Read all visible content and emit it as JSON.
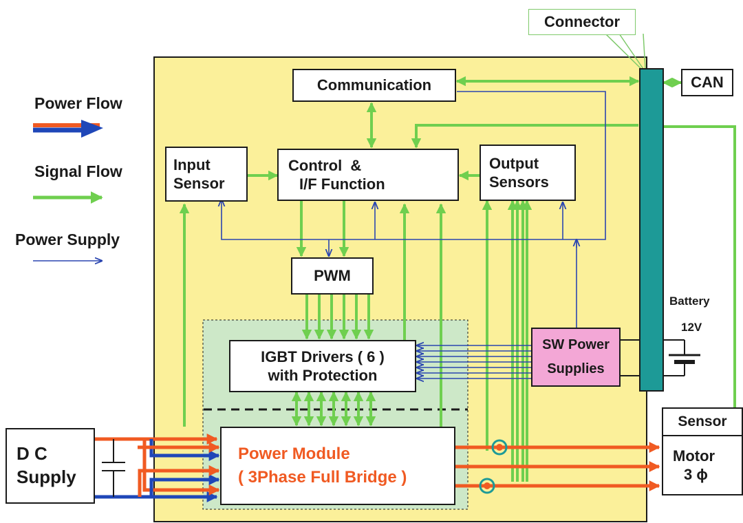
{
  "legend": {
    "power_flow": "Power Flow",
    "signal_flow": "Signal Flow",
    "power_supply": "Power Supply"
  },
  "blocks": {
    "connector": "Connector",
    "can": "CAN",
    "communication": "Communication",
    "input_sensor": [
      "Input",
      "Sensor"
    ],
    "control": [
      "Control  &",
      "I/F Function"
    ],
    "output_sensors": [
      "Output",
      "Sensors"
    ],
    "pwm": "PWM",
    "igbt": [
      "IGBT Drivers ( 6 )",
      "with Protection"
    ],
    "sw_power": [
      "SW Power",
      "Supplies"
    ],
    "battery": "Battery",
    "battery_voltage": "12V",
    "sensor": "Sensor",
    "motor": "Motor",
    "motor_phase": "3 ϕ",
    "dc_supply": [
      "D C",
      "Supply"
    ],
    "power_module": [
      "Power Module",
      "( 3Phase Full Bridge )"
    ]
  },
  "colors": {
    "board": "#fbf09a",
    "driver_area": "#cde8c8",
    "signal": "#6fcf4f",
    "power_red": "#f05a22",
    "power_blue": "#1f47b8",
    "supply_line": "#2a45b0",
    "sw_power_box": "#f3a7d6",
    "connector_bar": "#1d9a97",
    "connector_callout": "#7ec96a",
    "power_module_text": "#f05a22"
  }
}
